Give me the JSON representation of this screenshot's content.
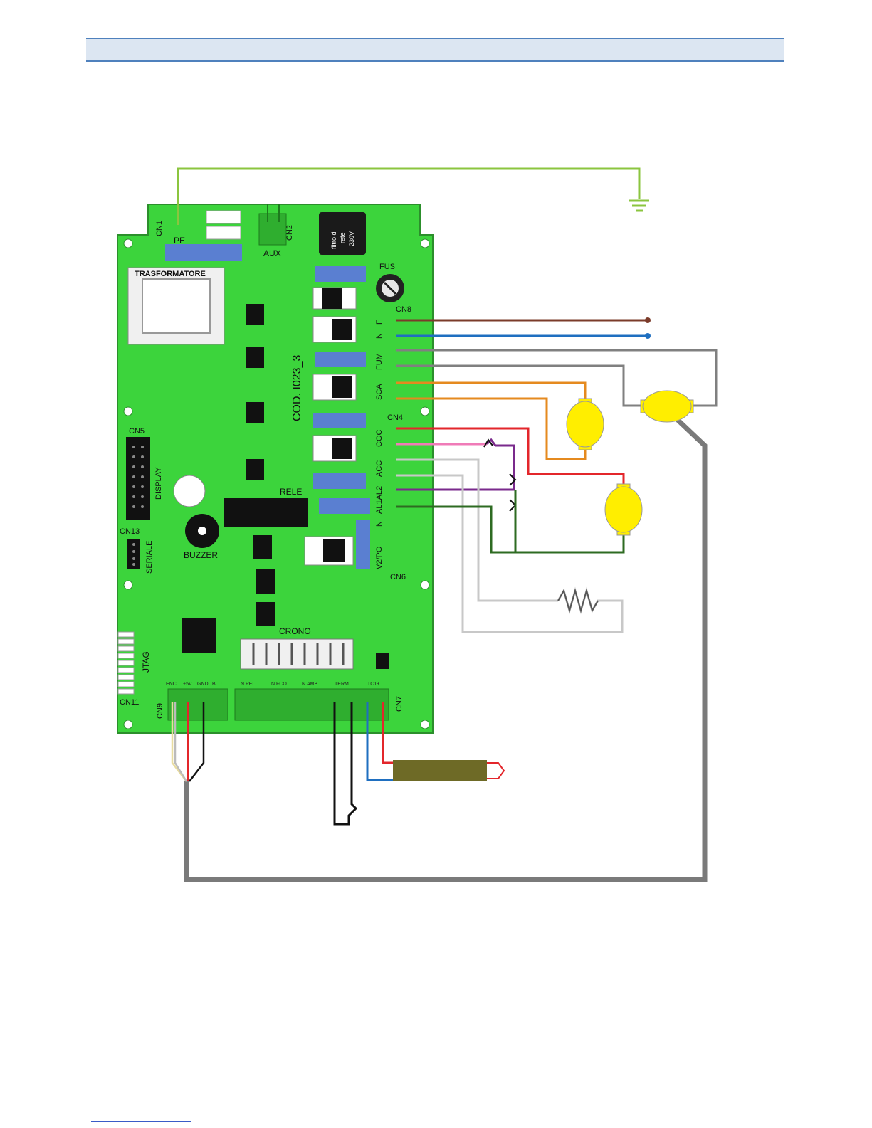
{
  "board": {
    "code": "COD. I023_3",
    "transformer": "TRASFORMATORE",
    "filter": [
      "filtro di",
      "rete",
      "230V"
    ],
    "fuse": "FUS",
    "relay": "RELE",
    "buzzer": "BUZZER",
    "crono": "CRONO",
    "display": "DISPLAY",
    "serial": "SERIALE",
    "jtag": "JTAG",
    "aux": "AUX",
    "pe": "PE"
  },
  "connectors": {
    "cn1": "CN1",
    "cn2": "CN2",
    "cn4": "CN4",
    "cn5": "CN5",
    "cn6": "CN6",
    "cn7": "CN7",
    "cn8": "CN8",
    "cn9": "CN9",
    "cn11": "CN11",
    "cn13": "CN13"
  },
  "terminals": {
    "f": "F",
    "n1": "N",
    "fum": "FUM",
    "sca": "SCA",
    "coc": "COC",
    "acc": "ACC",
    "al1al2": "AL1AL2",
    "n2": "N",
    "v2po": "V2/PO"
  },
  "bottom_pins": [
    "ENC",
    "+5V",
    "GND",
    "BLU",
    "N.PEL",
    "N.FCO",
    "N.AMB",
    "TERM",
    "TC1+"
  ],
  "colors": {
    "board": "#3cd43c",
    "board_dark": "#2fae2f",
    "connector_blue": "#5a7fd1",
    "earth": "#8bc53f",
    "phase": "#7b3b2a",
    "neutral": "#1f6fc0",
    "fume_wire": "#808080",
    "orange": "#e58a1f",
    "red": "#e3262b",
    "pink": "#f07bb8",
    "purple": "#7a2a8c",
    "light_gray": "#c8c8c8",
    "dark_green": "#2e6b22",
    "motor_yellow": "#ffee00",
    "probe": "#6e6a26"
  }
}
